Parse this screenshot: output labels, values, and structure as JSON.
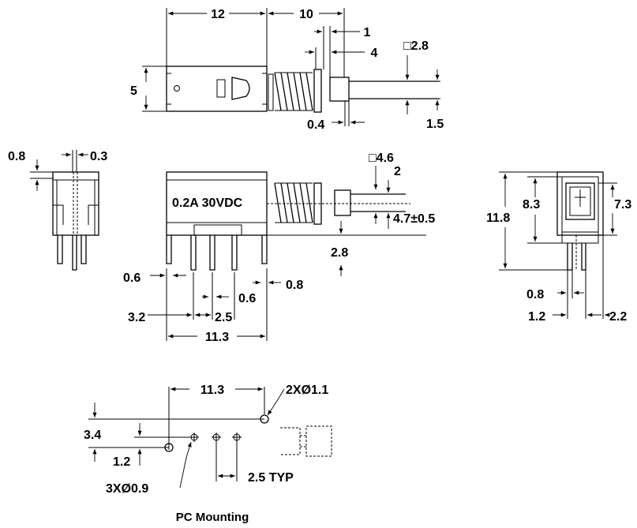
{
  "top_view": {
    "dim_body_length": "12",
    "dim_stroke": "10",
    "dim_1": "1",
    "dim_4": "4",
    "dim_square_28": "□2.8",
    "dim_height": "5",
    "dim_04": "0.4",
    "dim_15": "1.5"
  },
  "left_view": {
    "dim_08": "0.8",
    "dim_03": "0.3"
  },
  "front_view": {
    "rating": "0.2A 30VDC",
    "dim_square_46": "□4.6",
    "dim_2": "2",
    "dim_47": "4.7±0.5",
    "dim_28": "2.8",
    "dim_06_left": "0.6",
    "dim_08_right": "0.8",
    "dim_06_pin": "0.6",
    "dim_32": "3.2",
    "dim_25": "2.5",
    "dim_113": "11.3"
  },
  "right_view": {
    "dim_118": "11.8",
    "dim_83": "8.3",
    "dim_73": "7.3",
    "dim_08": "0.8",
    "dim_12": "1.2",
    "dim_22": "2.2"
  },
  "pc_mounting": {
    "dim_113": "11.3",
    "dim_holes_2": "2XØ1.1",
    "dim_34": "3.4",
    "dim_12": "1.2",
    "dim_holes_3": "3XØ0.9",
    "dim_pitch": "2.5 TYP",
    "caption": "PC Mounting"
  }
}
